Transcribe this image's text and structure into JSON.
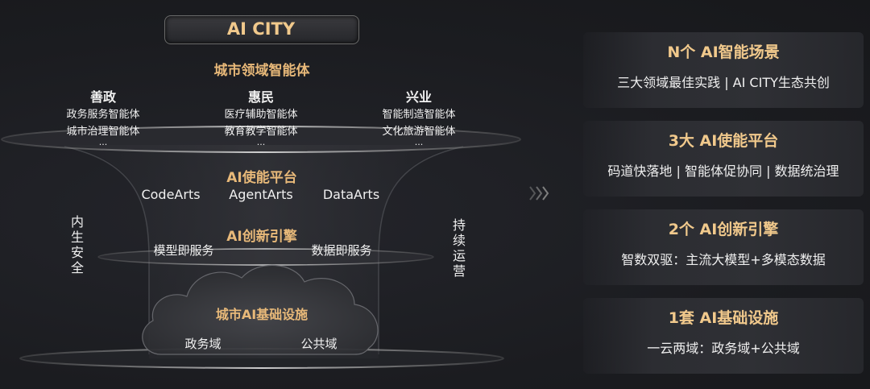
{
  "title": "AI CITY",
  "layers": {
    "domain_agents": {
      "title": "城市领域智能体",
      "columns": [
        {
          "header": "善政",
          "items": [
            "政务服务智能体",
            "城市治理智能体",
            "..."
          ]
        },
        {
          "header": "惠民",
          "items": [
            "医疗辅助智能体",
            "教育教学智能体",
            "..."
          ]
        },
        {
          "header": "兴业",
          "items": [
            "智能制造智能体",
            "文化旅游智能体",
            "..."
          ]
        }
      ]
    },
    "platform": {
      "title": "AI使能平台",
      "items": [
        "CodeArts",
        "AgentArts",
        "DataArts"
      ]
    },
    "engine": {
      "title": "AI创新引擎",
      "items": [
        "模型即服务",
        "数据即服务"
      ]
    },
    "infrastructure": {
      "title": "城市AI基础设施",
      "items": [
        "政务域",
        "公共域"
      ]
    }
  },
  "side_labels": {
    "left": "内生安全",
    "right": "持续运营"
  },
  "summary_cards": [
    {
      "title": "N个 AI智能场景",
      "subtitle": "三大领域最佳实践 | AI CITY生态共创"
    },
    {
      "title": "3大 AI使能平台",
      "subtitle": "码道快落地 | 智能体促协同 | 数据统治理"
    },
    {
      "title": "2个 AI创新引擎",
      "subtitle": "智数双驱：主流大模型+多模态数据"
    },
    {
      "title": "1套 AI基础设施",
      "subtitle": "一云两域：政务域+公共域"
    }
  ],
  "colors": {
    "gold": "#e8b979",
    "background": "#1b1c20",
    "card": "#2f3035"
  }
}
